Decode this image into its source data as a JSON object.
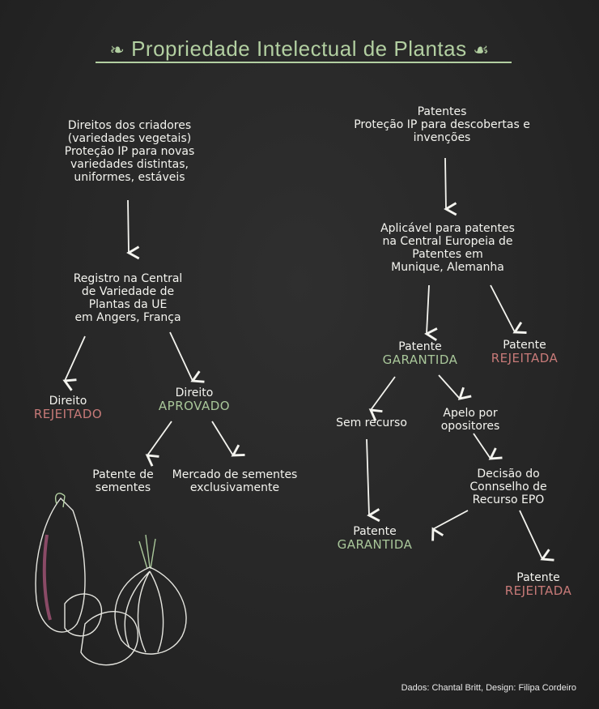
{
  "title": {
    "text": "Propriedade Intelectual de Plantas",
    "ornament_left": "❧",
    "ornament_right": "☙"
  },
  "left": {
    "root": [
      "Direitos dos criadores",
      "(variedades vegetais)",
      "Proteção IP para novas",
      "variedades distintas,",
      "uniformes, estáveis"
    ],
    "registry": [
      "Registro na Central",
      "de Variedade de",
      "Plantas da UE",
      "em Angers, França"
    ],
    "rejected": {
      "label": "Direito",
      "status": "REJEITADO"
    },
    "approved": {
      "label": "Direito",
      "status": "APROVADO"
    },
    "seed_patent": [
      "Patente de",
      "sementes"
    ],
    "seed_market": [
      "Mercado de sementes",
      "exclusivamente"
    ]
  },
  "right": {
    "root": [
      "Patentes",
      "Proteção IP para descobertas e",
      "invenções"
    ],
    "office": [
      "Aplicável para patentes",
      "na Central Europeia de",
      "Patentes em",
      "Munique, Alemanha"
    ],
    "granted": {
      "label": "Patente",
      "status": "GARANTIDA"
    },
    "rejected": {
      "label": "Patente",
      "status": "REJEITADA"
    },
    "no_appeal": "Sem recurso",
    "appeal": [
      "Apelo por",
      "opositores"
    ],
    "board": [
      "Decisão do",
      "Connselho de",
      "Recurso EPO"
    ],
    "granted2": {
      "label": "Patente",
      "status": "GARANTIDA"
    },
    "rejected2": {
      "label": "Patente",
      "status": "REJEITADA"
    }
  },
  "credit": "Dados: Chantal Britt, Design: Filipa Cordeiro",
  "colors": {
    "background": "#262626",
    "title": "#b2cfa1",
    "green": "#a9c79a",
    "red": "#c77a78",
    "text": "#f4f4ef"
  }
}
